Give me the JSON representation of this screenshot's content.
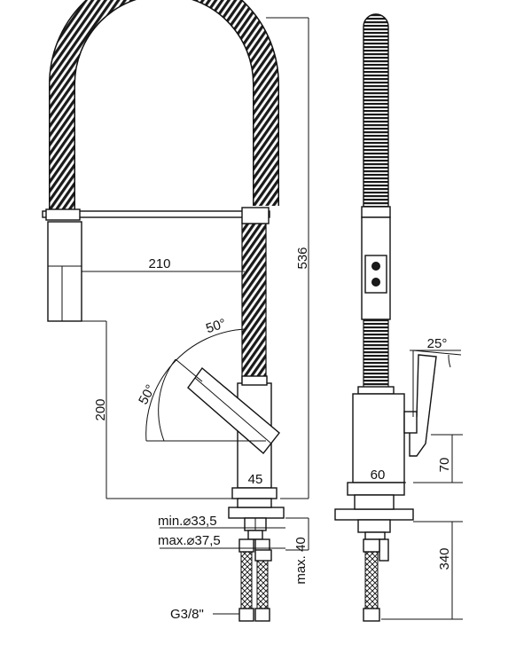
{
  "drawing": {
    "front_view": {
      "labels": {
        "height_total": "536",
        "reach": "210",
        "spout_height": "200",
        "angle_top": "50°",
        "angle_left": "50°",
        "base_width": "45",
        "min_hole": "min.⌀33,5",
        "max_hole": "max.⌀37,5",
        "max_thickness": "max. 40",
        "connection": "G3/8\""
      }
    },
    "side_view": {
      "labels": {
        "handle_angle": "25°",
        "base_width": "60",
        "handle_height": "70",
        "hose_length": "340"
      }
    }
  }
}
